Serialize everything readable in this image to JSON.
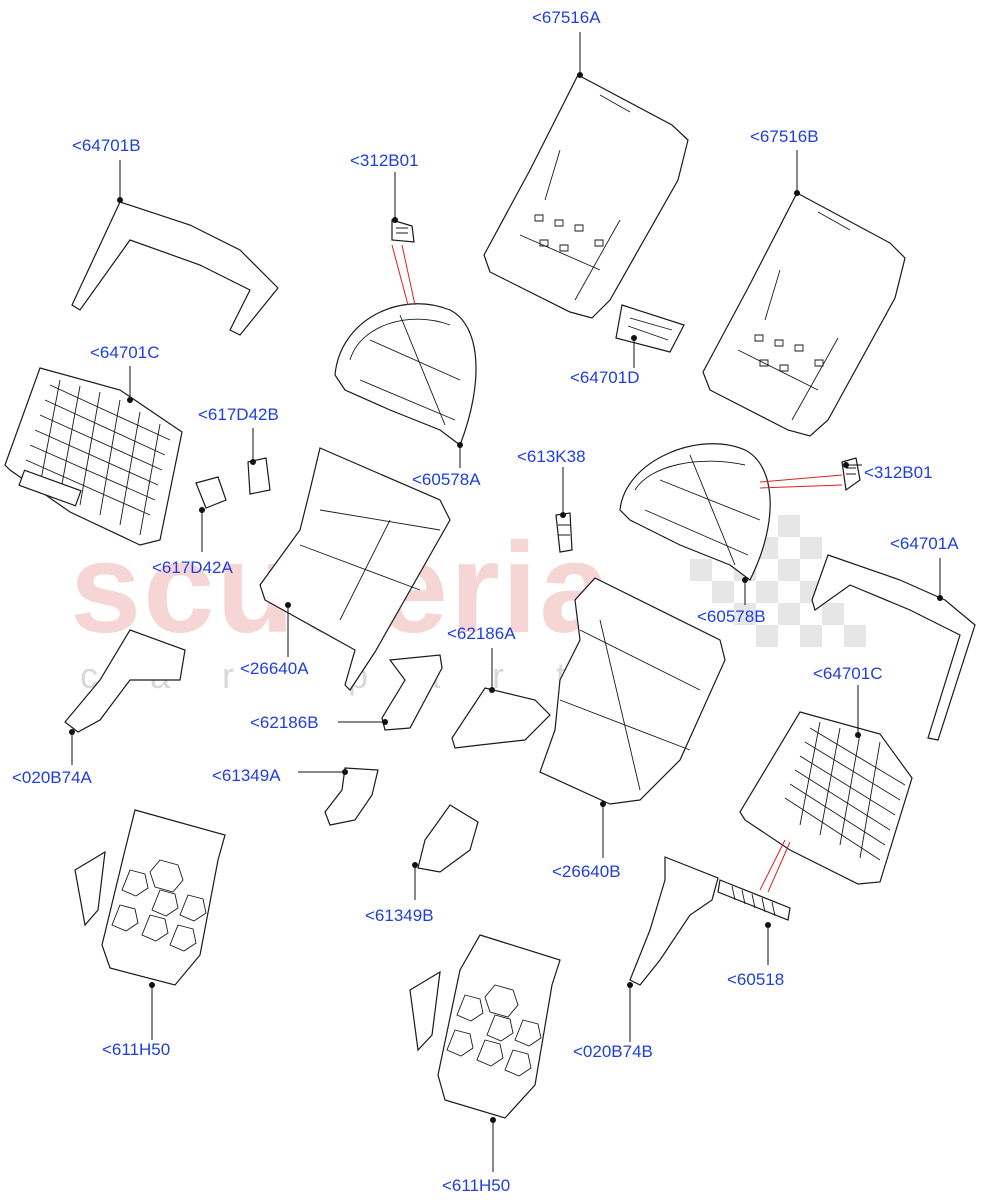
{
  "watermark": {
    "main": "scuderia",
    "sub": "car parts"
  },
  "labels": {
    "l_67516A": "<67516A",
    "l_64701B": "<64701B",
    "l_312B01_a": "<312B01",
    "l_67516B": "<67516B",
    "l_64701C_a": "<64701C",
    "l_617D42B": "<617D42B",
    "l_60578A": "<60578A",
    "l_64701D": "<64701D",
    "l_613K38": "<613K38",
    "l_312B01_b": "<312B01",
    "l_617D42A": "<617D42A",
    "l_64701A": "<64701A",
    "l_60578B": "<60578B",
    "l_62186A": "<62186A",
    "l_26640A": "<26640A",
    "l_64701C_b": "<64701C",
    "l_62186B": "<62186B",
    "l_020B74A": "<020B74A",
    "l_61349A": "<61349A",
    "l_26640B": "<26640B",
    "l_61349B": "<61349B",
    "l_60518": "<60518",
    "l_611H50_a": "<611H50",
    "l_020B74B": "<020B74B",
    "l_611H50_b": "<611H50"
  }
}
